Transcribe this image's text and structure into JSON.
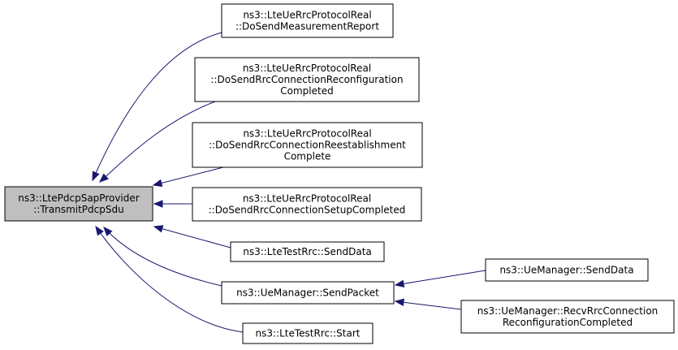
{
  "nodes": [
    {
      "id": "root",
      "lines": [
        "ns3::LtePdcpSapProvider",
        "::TransmitPdcpSdu"
      ]
    },
    {
      "id": "measurement",
      "lines": [
        "ns3::LteUeRrcProtocolReal",
        "::DoSendMeasurementReport"
      ]
    },
    {
      "id": "reconf",
      "lines": [
        "ns3::LteUeRrcProtocolReal",
        "::DoSendRrcConnectionReconfiguration",
        "Completed"
      ]
    },
    {
      "id": "reest",
      "lines": [
        "ns3::LteUeRrcProtocolReal",
        "::DoSendRrcConnectionReestablishment",
        "Complete"
      ]
    },
    {
      "id": "setup",
      "lines": [
        "ns3::LteUeRrcProtocolReal",
        "::DoSendRrcConnectionSetupCompleted"
      ]
    },
    {
      "id": "testsend",
      "lines": [
        "ns3::LteTestRrc::SendData"
      ]
    },
    {
      "id": "sendpacket",
      "lines": [
        "ns3::UeManager::SendPacket"
      ]
    },
    {
      "id": "teststart",
      "lines": [
        "ns3::LteTestRrc::Start"
      ]
    },
    {
      "id": "uesend",
      "lines": [
        "ns3::UeManager::SendData"
      ]
    },
    {
      "id": "uerecv",
      "lines": [
        "ns3::UeManager::RecvRrcConnection",
        "ReconfigurationCompleted"
      ]
    }
  ],
  "edges": [
    {
      "from": "measurement",
      "to": "root"
    },
    {
      "from": "reconf",
      "to": "root"
    },
    {
      "from": "reest",
      "to": "root"
    },
    {
      "from": "setup",
      "to": "root"
    },
    {
      "from": "testsend",
      "to": "root"
    },
    {
      "from": "sendpacket",
      "to": "root"
    },
    {
      "from": "teststart",
      "to": "root"
    },
    {
      "from": "uesend",
      "to": "sendpacket"
    },
    {
      "from": "uerecv",
      "to": "sendpacket"
    }
  ]
}
